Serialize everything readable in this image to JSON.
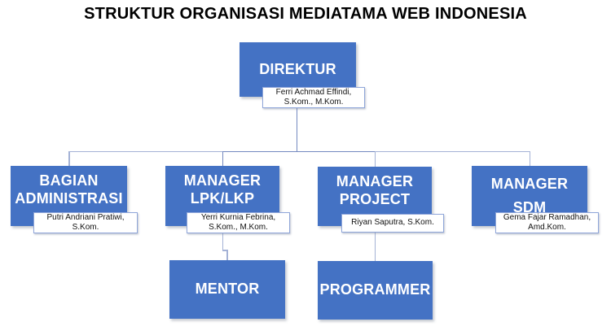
{
  "title": "STRUKTUR ORGANISASI MEDIATAMA WEB INDONESIA",
  "org": {
    "direktur": {
      "role": "DIREKTUR",
      "person": "Ferri Achmad Effindi,\nS.Kom., M.Kom."
    },
    "administrasi": {
      "role": "BAGIAN\nADMINISTRASI",
      "person": "Putri Andriani Pratiwi,\nS.Kom."
    },
    "lpk": {
      "role": "MANAGER\nLPK/LKP",
      "person": "Yerri Kurnia Febrina,\nS.Kom., M.Kom."
    },
    "project": {
      "role": "MANAGER\nPROJECT",
      "person": "Riyan Saputra, S.Kom."
    },
    "sdm": {
      "role": "MANAGER\nSDM",
      "person": "Gema Fajar Ramadhan,\nAmd.Kom."
    },
    "mentor": {
      "role": "MENTOR"
    },
    "programmer": {
      "role": "PROGRAMMER"
    }
  },
  "colors": {
    "box_fill": "#4472C4",
    "box_text": "#FFFFFF",
    "namebox_fill": "#FFFFFF",
    "namebox_border": "#8FA6D9",
    "connector_light": "#A4B2D6",
    "connector_dark": "#7489C0",
    "title_text": "#000000"
  }
}
